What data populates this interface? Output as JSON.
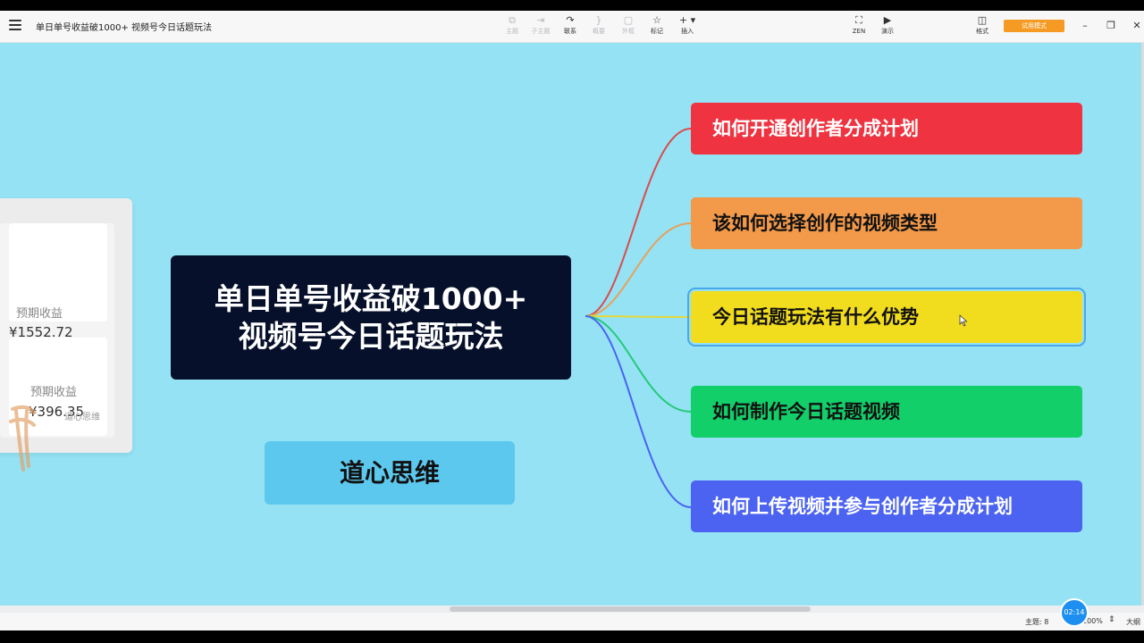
{
  "window": {
    "title": "单日单号收益破1000+ 视频号今日话题玩法"
  },
  "toolbar": {
    "items": [
      {
        "label": "主题",
        "icon": "topic-icon"
      },
      {
        "label": "子主题",
        "icon": "subtopic-icon"
      },
      {
        "label": "联系",
        "icon": "relationship-icon"
      },
      {
        "label": "概要",
        "icon": "summary-icon"
      },
      {
        "label": "外框",
        "icon": "boundary-icon"
      },
      {
        "label": "标记",
        "icon": "star-icon"
      },
      {
        "label": "插入",
        "icon": "plus-icon"
      }
    ],
    "right_items": [
      {
        "label": "ZEN",
        "icon": "fullscreen-icon"
      },
      {
        "label": "演示",
        "icon": "play-icon"
      },
      {
        "label": "格式",
        "icon": "format-panel-icon"
      }
    ],
    "trial_button": "试用模式"
  },
  "image_card": {
    "label_1": "预期收益",
    "value_1": "¥1552.72",
    "label_2": "预期收益",
    "value_2": "¥396.35",
    "watermark": "道心思维"
  },
  "mindmap": {
    "central": {
      "line1": "单日单号收益破1000+",
      "line2": "视频号今日话题玩法"
    },
    "brand": "道心思维",
    "branches": [
      {
        "label": "如何开通创作者分成计划",
        "color": "#ef3340"
      },
      {
        "label": "该如何选择创作的视频类型",
        "color": "#f2994a"
      },
      {
        "label": "今日话题玩法有什么优势",
        "color": "#f2dc1e"
      },
      {
        "label": "如何制作今日话题视频",
        "color": "#12cf6a"
      },
      {
        "label": "如何上传视频并参与创作者分成计划",
        "color": "#4b63f0"
      }
    ],
    "background": "#94e2f4"
  },
  "status": {
    "topics": "主题: 8",
    "zoom": "100%",
    "outline": "大纲"
  },
  "timer": "02:14"
}
